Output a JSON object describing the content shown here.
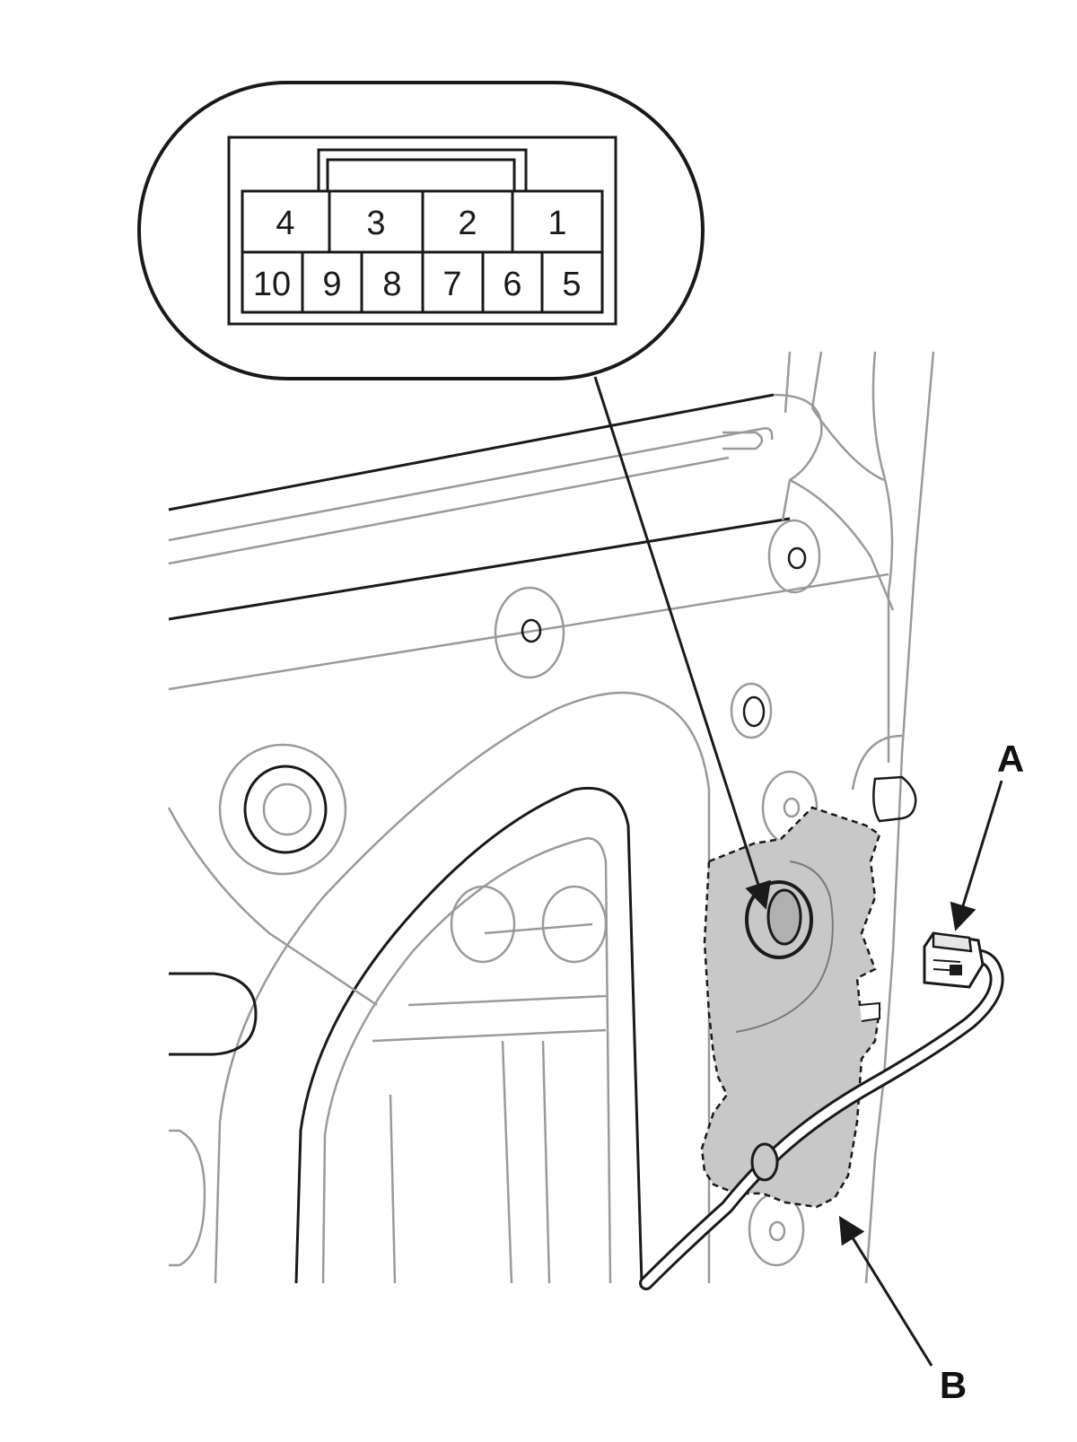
{
  "connector": {
    "top_row": [
      "4",
      "3",
      "2",
      "1"
    ],
    "bottom_row": [
      "10",
      "9",
      "8",
      "7",
      "6",
      "5"
    ]
  },
  "callouts": {
    "a": "A",
    "b": "B"
  },
  "colors": {
    "line": "#1a1a1a",
    "panel_line": "#9a9a9a",
    "component_fill": "#c8c8c8"
  }
}
